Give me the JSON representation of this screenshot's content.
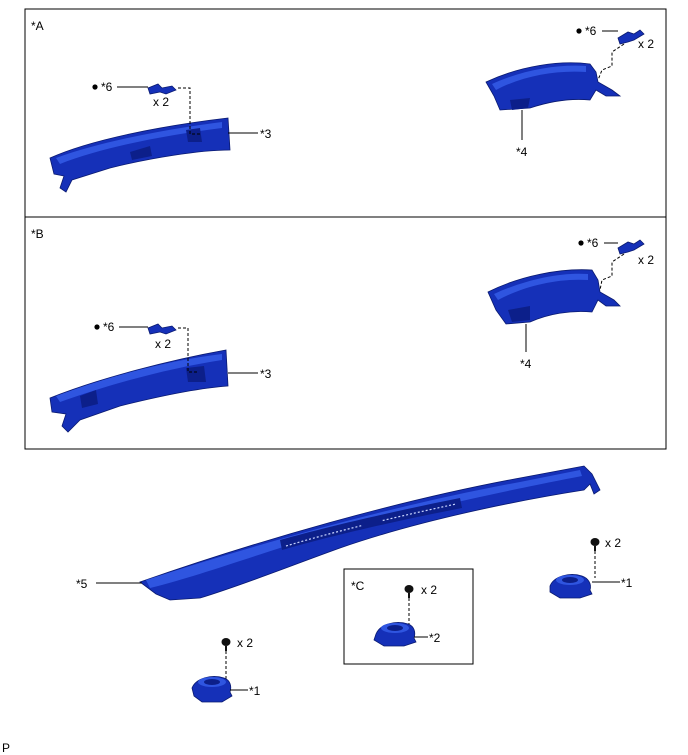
{
  "panels": {
    "a": {
      "label": "*A"
    },
    "b": {
      "label": "*B"
    },
    "c": {
      "label": "*C"
    }
  },
  "callouts": {
    "a_clip_left": "*6",
    "a_clip_left_qty": "x 2",
    "a_part_left": "*3",
    "a_clip_right": "*6",
    "a_clip_right_qty": "x 2",
    "a_part_right": "*4",
    "b_clip_left": "*6",
    "b_clip_left_qty": "x 2",
    "b_part_left": "*3",
    "b_clip_right": "*6",
    "b_clip_right_qty": "x 2",
    "b_part_right": "*4",
    "dash_panel": "*5",
    "c_screw_qty": "x 2",
    "c_speaker": "*2",
    "right_screw_qty": "x 2",
    "right_speaker": "*1",
    "bottom_screw_qty": "x 2",
    "bottom_speaker": "*1"
  },
  "footer_code": "P",
  "colors": {
    "part_fill": "#1530b8",
    "part_highlight": "#2f55e0",
    "part_shadow": "#0c1f8a"
  }
}
